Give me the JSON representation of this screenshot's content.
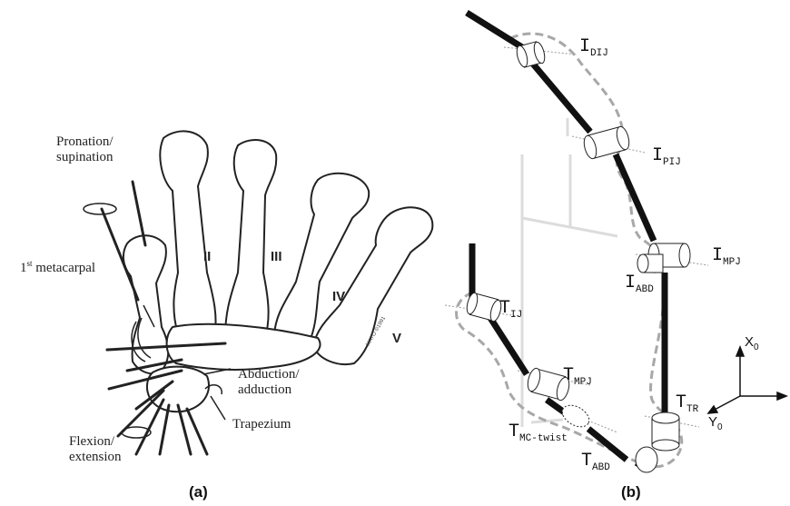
{
  "panel_a": {
    "caption": "(a)",
    "labels": {
      "pronation": "Pronation/\nsupination",
      "metacarpal": "1st metacarpal",
      "metacarpal_base": "1",
      "metacarpal_sup": "st",
      "metacarpal_rest": " metacarpal",
      "abduction": "Abduction/\nadduction",
      "trapezium": "Trapezium",
      "flexion": "Flexion/\nextension"
    },
    "roman": [
      "II",
      "III",
      "IV",
      "V"
    ],
    "signature": "MAYO ©1991"
  },
  "panel_b": {
    "caption": "(b)",
    "joints": [
      {
        "main": "I",
        "sub": "DIJ"
      },
      {
        "main": "I",
        "sub": "PIJ"
      },
      {
        "main": "I",
        "sub": "MPJ"
      },
      {
        "main": "I",
        "sub": "ABD"
      },
      {
        "main": "T",
        "sub": "IJ"
      },
      {
        "main": "T",
        "sub": "MPJ"
      },
      {
        "main": "T",
        "sub": "TR"
      },
      {
        "main": "T",
        "sub": "MC-twist"
      },
      {
        "main": "T",
        "sub": "ABD"
      }
    ],
    "axes": [
      {
        "main": "X",
        "sub": "0"
      },
      {
        "main": "Y",
        "sub": "0"
      }
    ]
  }
}
